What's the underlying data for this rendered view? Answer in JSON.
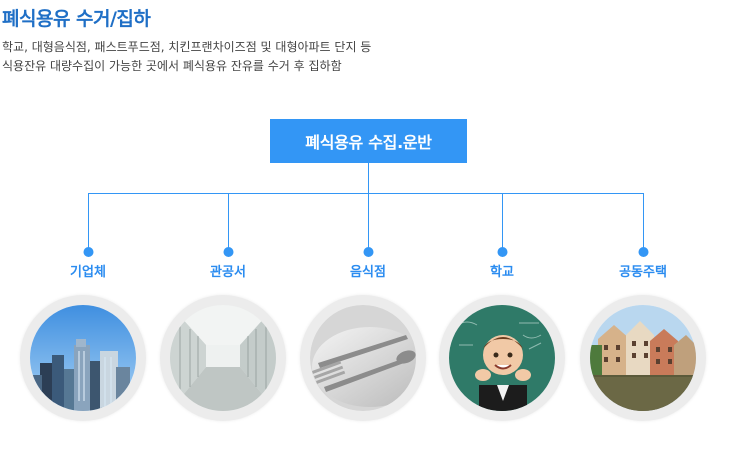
{
  "title": "폐식용유 수거/집하",
  "description": [
    "학교, 대형음식점, 패스트푸드점, 치킨프랜차이즈점 및 대형아파트 단지 등",
    "식용잔유 대량수집이 가능한 곳에서 폐식용유 잔유를 수거 후 집하함"
  ],
  "main_box": "폐식용유 수집.운반",
  "categories": [
    {
      "label": "기업체",
      "image": "city-skyline"
    },
    {
      "label": "관공서",
      "image": "office-corridor"
    },
    {
      "label": "음식점",
      "image": "cutlery"
    },
    {
      "label": "학교",
      "image": "schoolboy-chalkboard"
    },
    {
      "label": "공동주택",
      "image": "canal-houses"
    }
  ],
  "colors": {
    "accent": "#3396f5",
    "title": "#1f6fc6",
    "label": "#2b8cf0",
    "line": "#3396f5"
  }
}
